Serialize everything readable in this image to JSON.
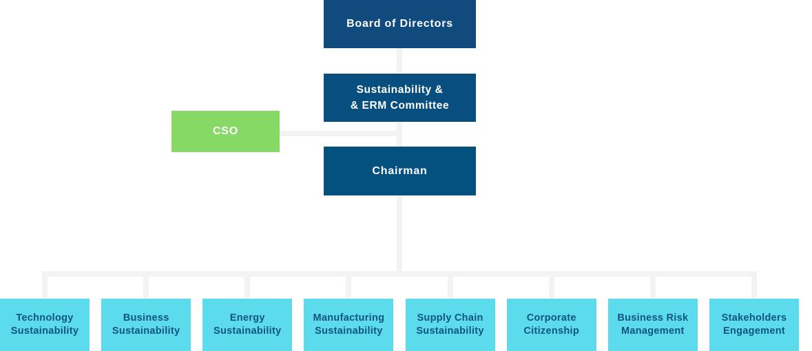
{
  "diagram": {
    "type": "org-chart",
    "colors": {
      "board_bg": "#114b7d",
      "committee_bg": "#084f80",
      "chairman_bg": "#045180",
      "cso_bg": "#86d964",
      "department_bg": "#5bdbec",
      "department_text": "#10547f",
      "box_text": "#ffffff",
      "connector": "#f3f3f4",
      "background": "#ffffff"
    },
    "nodes": {
      "board": {
        "label": "Board of Directors"
      },
      "committee": {
        "line1": "Sustainability &",
        "line2": "& ERM Committee"
      },
      "cso": {
        "label": "CSO"
      },
      "chairman": {
        "label": "Chairman"
      },
      "departments": [
        {
          "line1": "Technology",
          "line2": "Sustainability"
        },
        {
          "line1": "Business",
          "line2": "Sustainability"
        },
        {
          "line1": "Energy",
          "line2": "Sustainability"
        },
        {
          "line1": "Manufacturing",
          "line2": "Sustainability"
        },
        {
          "line1": "Supply Chain",
          "line2": "Sustainability"
        },
        {
          "line1": "Corporate",
          "line2": "Citizenship"
        },
        {
          "line1": "Business Risk",
          "line2": "Management"
        },
        {
          "line1": "Stakeholders",
          "line2": "Engagement"
        }
      ]
    }
  }
}
